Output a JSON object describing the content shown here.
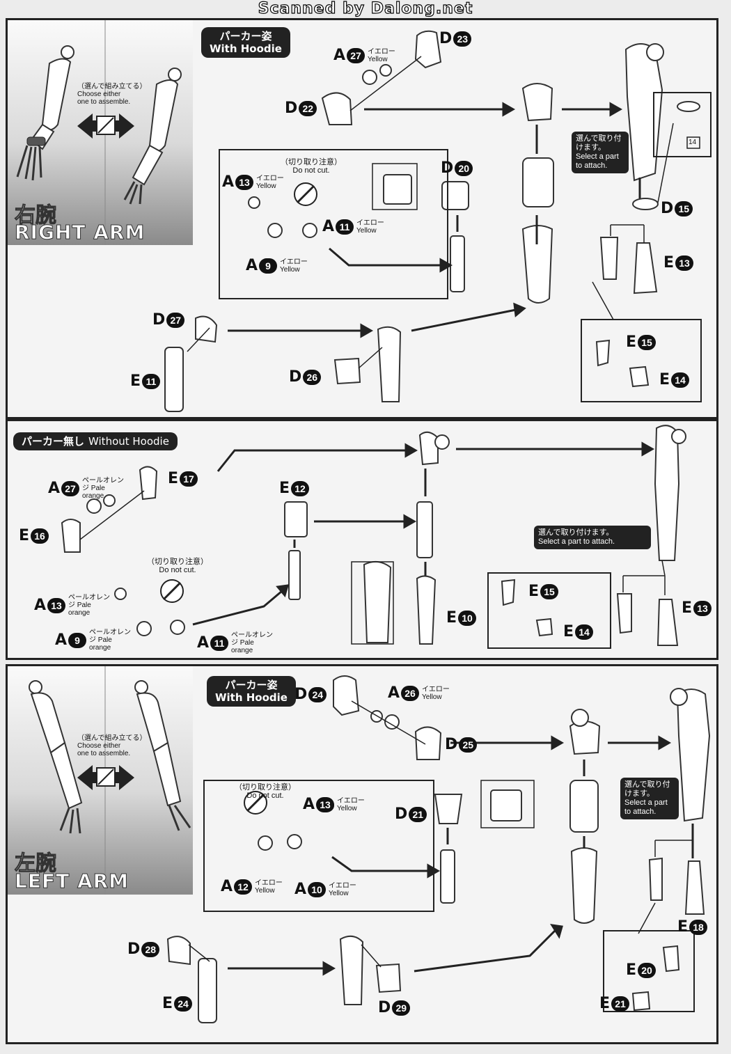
{
  "watermark": "Scanned by Dalong.net",
  "right_arm": {
    "title_jp": "右腕",
    "title_en": "RIGHT ARM",
    "choose_jp": "（選んで組み立てる）",
    "choose_en": "Choose either one to assemble.",
    "hoodie_tag_jp": "パーカー姿",
    "hoodie_tag_en": "With Hoodie",
    "do_not_cut_jp": "（切り取り注意）",
    "do_not_cut_en": "Do not cut.",
    "select_jp": "選んで取り付けます。",
    "select_en": "Select a part to attach.",
    "page_ref": "14",
    "parts": [
      {
        "letter": "D",
        "num": "23",
        "color": ""
      },
      {
        "letter": "A",
        "num": "27",
        "color": "イエロー Yellow"
      },
      {
        "letter": "D",
        "num": "22",
        "color": ""
      },
      {
        "letter": "D",
        "num": "20",
        "color": ""
      },
      {
        "letter": "A",
        "num": "13",
        "color": "イエロー Yellow"
      },
      {
        "letter": "A",
        "num": "11",
        "color": "イエロー Yellow"
      },
      {
        "letter": "A",
        "num": "9",
        "color": "イエロー Yellow"
      },
      {
        "letter": "D",
        "num": "15",
        "color": ""
      },
      {
        "letter": "E",
        "num": "13",
        "color": ""
      },
      {
        "letter": "D",
        "num": "27",
        "color": ""
      },
      {
        "letter": "E",
        "num": "11",
        "color": ""
      },
      {
        "letter": "D",
        "num": "26",
        "color": ""
      },
      {
        "letter": "E",
        "num": "15",
        "color": ""
      },
      {
        "letter": "E",
        "num": "14",
        "color": ""
      }
    ]
  },
  "without_hoodie": {
    "tag_jp": "パーカー無し",
    "tag_en": "Without Hoodie",
    "do_not_cut_jp": "（切り取り注意）",
    "do_not_cut_en": "Do not cut.",
    "select_jp": "選んで取り付けます。",
    "select_en": "Select a part to attach.",
    "parts": [
      {
        "letter": "A",
        "num": "27",
        "color": "ペールオレンジ Pale orange"
      },
      {
        "letter": "E",
        "num": "17",
        "color": ""
      },
      {
        "letter": "E",
        "num": "16",
        "color": ""
      },
      {
        "letter": "E",
        "num": "12",
        "color": ""
      },
      {
        "letter": "A",
        "num": "13",
        "color": "ペールオレンジ Pale orange"
      },
      {
        "letter": "A",
        "num": "9",
        "color": "ペールオレンジ Pale orange"
      },
      {
        "letter": "A",
        "num": "11",
        "color": "ペールオレンジ Pale orange"
      },
      {
        "letter": "E",
        "num": "10",
        "color": ""
      },
      {
        "letter": "E",
        "num": "15",
        "color": ""
      },
      {
        "letter": "E",
        "num": "14",
        "color": ""
      },
      {
        "letter": "E",
        "num": "13",
        "color": ""
      }
    ]
  },
  "left_arm": {
    "title_jp": "左腕",
    "title_en": "LEFT ARM",
    "choose_jp": "（選んで組み立てる）",
    "choose_en": "Choose either one to assemble.",
    "hoodie_tag_jp": "パーカー姿",
    "hoodie_tag_en": "With Hoodie",
    "do_not_cut_jp": "（切り取り注意）",
    "do_not_cut_en": "Do not cut.",
    "select_jp": "選んで取り付けます。",
    "select_en": "Select a part to attach.",
    "parts": [
      {
        "letter": "D",
        "num": "24",
        "color": ""
      },
      {
        "letter": "A",
        "num": "26",
        "color": "イエロー Yellow"
      },
      {
        "letter": "D",
        "num": "25",
        "color": ""
      },
      {
        "letter": "A",
        "num": "13",
        "color": "イエロー Yellow"
      },
      {
        "letter": "D",
        "num": "21",
        "color": ""
      },
      {
        "letter": "A",
        "num": "12",
        "color": "イエロー Yellow"
      },
      {
        "letter": "A",
        "num": "10",
        "color": "イエロー Yellow"
      },
      {
        "letter": "E",
        "num": "18",
        "color": ""
      },
      {
        "letter": "D",
        "num": "28",
        "color": ""
      },
      {
        "letter": "E",
        "num": "24",
        "color": ""
      },
      {
        "letter": "D",
        "num": "29",
        "color": ""
      },
      {
        "letter": "E",
        "num": "20",
        "color": ""
      },
      {
        "letter": "E",
        "num": "21",
        "color": ""
      }
    ]
  }
}
